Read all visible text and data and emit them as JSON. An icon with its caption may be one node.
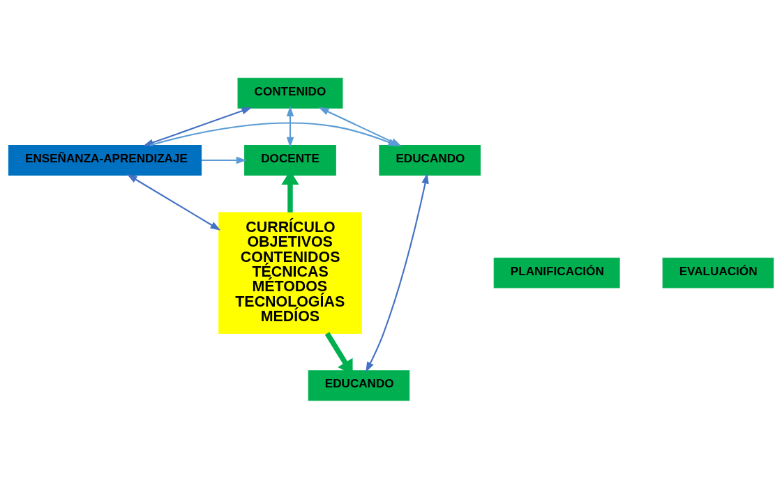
{
  "diagram": {
    "nodes": [
      {
        "text": [
          "CONTENIDO"
        ]
      },
      {
        "text": [
          "DOCENTE"
        ]
      },
      {
        "text": [
          "ENSEÑANZA-APRENDIZAJE"
        ]
      },
      {
        "text": [
          "EDUCANDO"
        ]
      },
      {
        "text": [
          "EDUCANDO"
        ]
      },
      {
        "text": [
          "PLANIFICACIÓN"
        ]
      },
      {
        "text": [
          "CURRÍCULO",
          "OBJETIVOS",
          "CONTENIDOS",
          "TÉCNICAS",
          "MÉTODOS",
          "TECNOLOGÍAS",
          "MEDÍOS"
        ]
      },
      {
        "text": [
          "EVALUACIÓN"
        ]
      }
    ],
    "edges": [
      {
        "from": 0,
        "to": 1,
        "arrow": "both"
      },
      {
        "from": 0,
        "to": 2,
        "arrow": "both",
        "color": "#4472c4"
      },
      {
        "from": 0,
        "to": 3,
        "arrow": "both"
      },
      {
        "from": 2,
        "to": 1,
        "arrow": "to"
      },
      {
        "from": 2,
        "to": 3,
        "arrow": "to"
      },
      {
        "from": 2,
        "to": 6,
        "arrow": "both",
        "color": "#4472c4"
      },
      {
        "from": 3,
        "to": 4,
        "arrow": "both",
        "color": "#4472c4"
      },
      {
        "from": 6,
        "to": 1,
        "arrow": "to",
        "style": "thick",
        "color": "#00b050"
      },
      {
        "from": 6,
        "to": 4,
        "arrow": "to",
        "style": "thick",
        "color": "#00b050"
      }
    ]
  }
}
